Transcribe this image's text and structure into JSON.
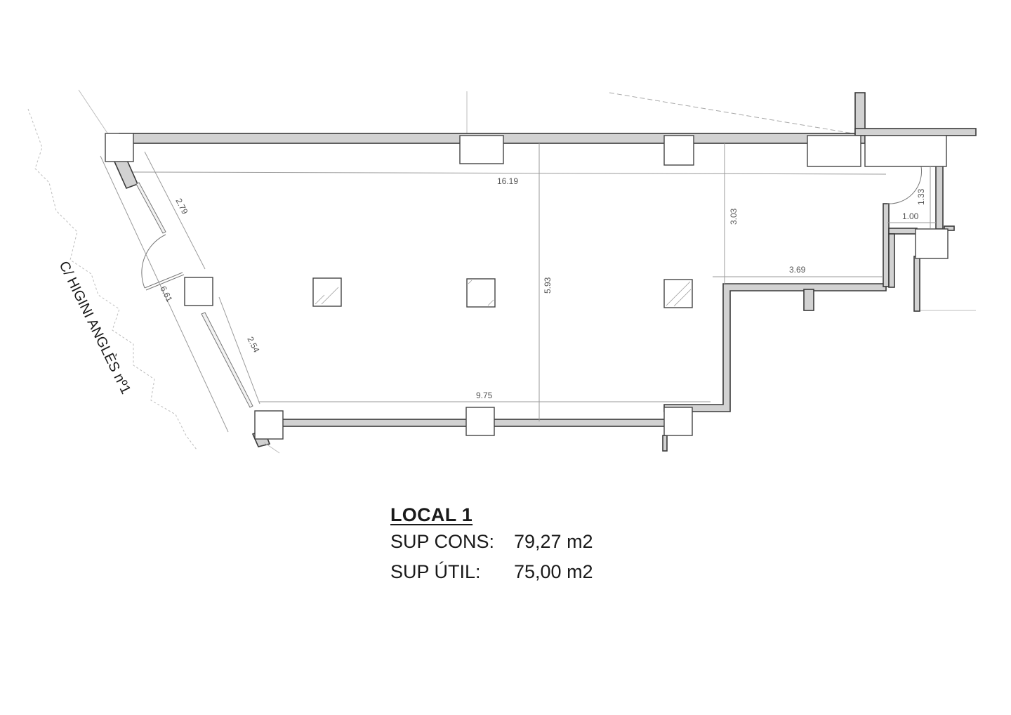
{
  "plan": {
    "street_label": "C/ HIGINI ANGLÈS nº1",
    "dimensions": {
      "top_length": "16.19",
      "front_upper": "2.79",
      "front_total": "6.61",
      "front_lower": "2.54",
      "bottom_length": "9.75",
      "depth_center": "5.93",
      "depth_right": "3.03",
      "right_width": "3.69",
      "wc_depth": "1.33",
      "wc_width": "1.00"
    }
  },
  "legend": {
    "title": "LOCAL 1",
    "rows": [
      {
        "label": "SUP CONS:",
        "value": "79,27 m2"
      },
      {
        "label": "SUP ÚTIL:",
        "value": "75,00 m2"
      }
    ]
  },
  "colors": {
    "wall_fill": "#d2d2d2",
    "wall_stroke": "#3a3a3a",
    "dimension_line": "#9a9a9a",
    "background": "#ffffff"
  }
}
